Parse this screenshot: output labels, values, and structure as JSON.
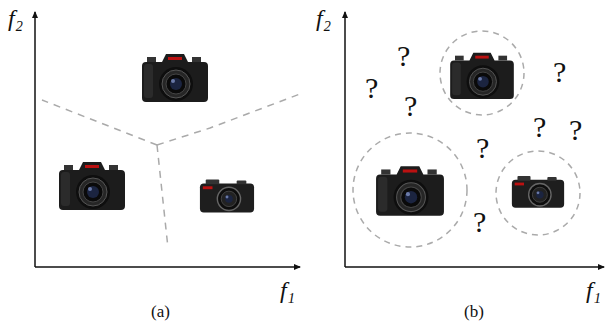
{
  "diagram": {
    "labels": [
      "f₂",
      "f₁",
      "(a)",
      "f₂",
      "f₁",
      "(b)",
      "?",
      "?",
      "?",
      "?",
      "?",
      "?",
      "?",
      "?"
    ]
  }
}
